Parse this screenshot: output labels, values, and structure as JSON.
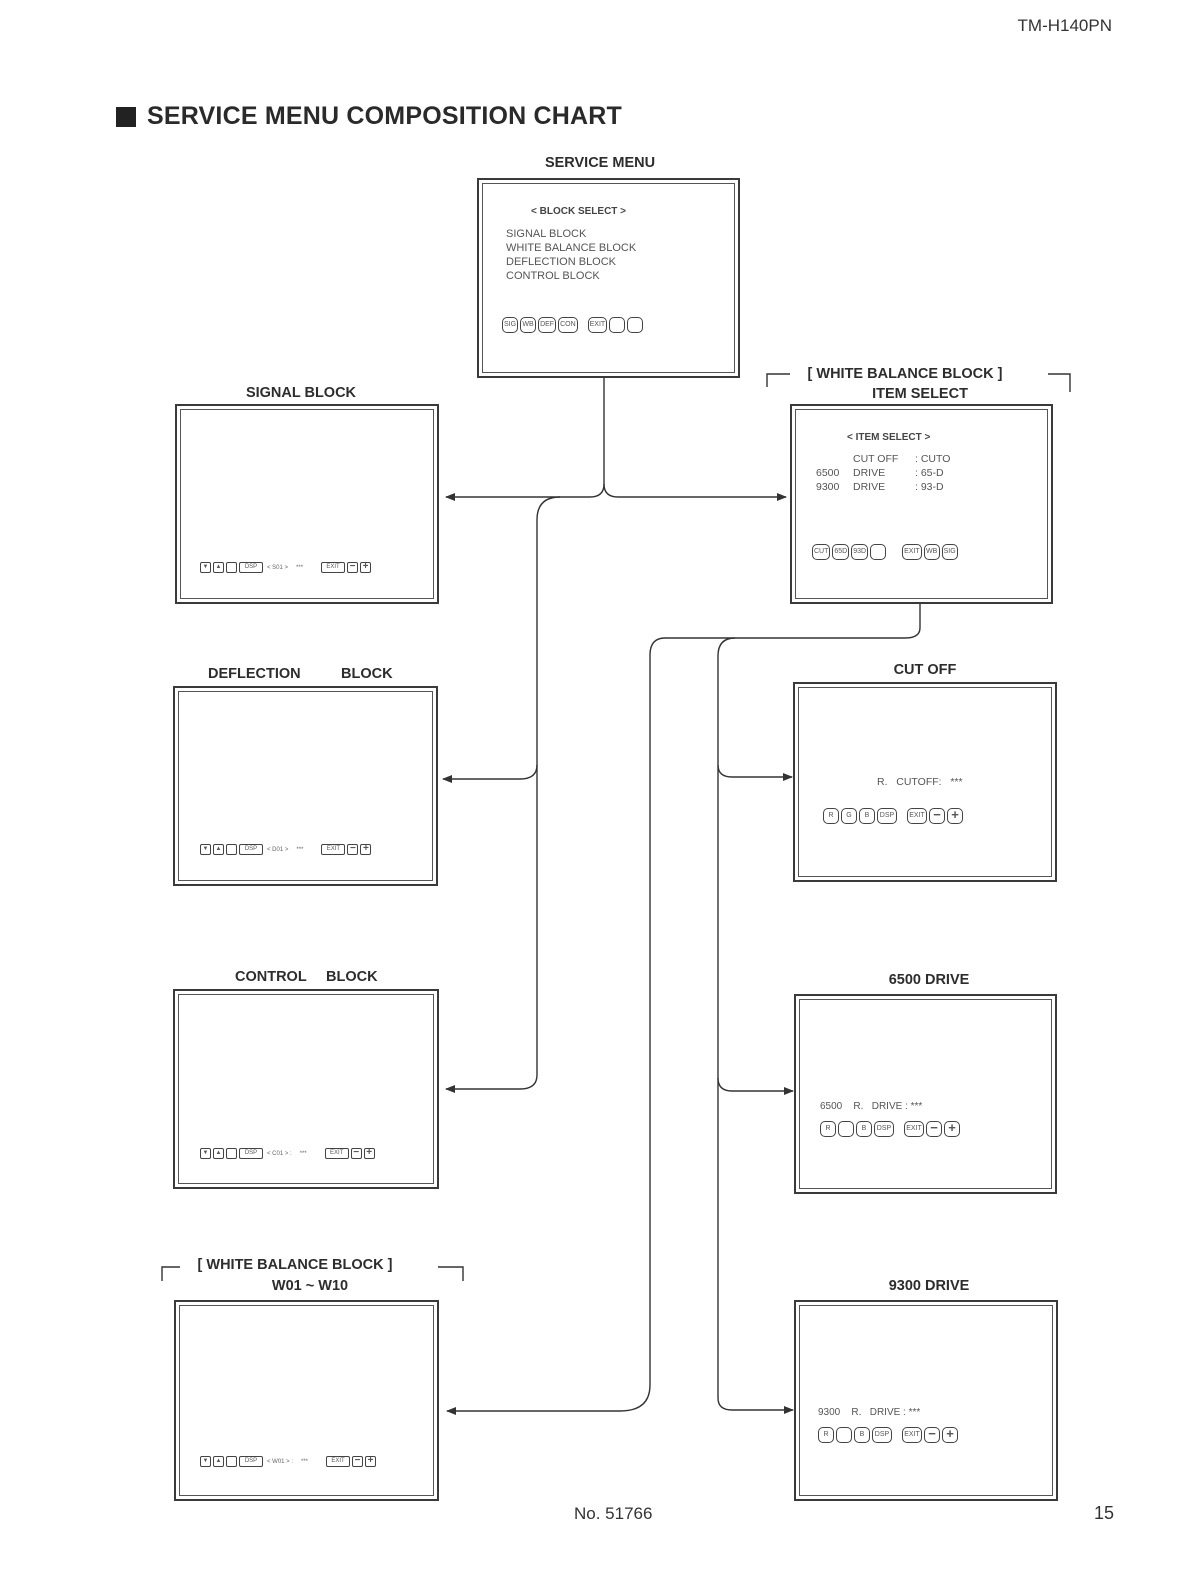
{
  "header": {
    "model": "TM-H140PN"
  },
  "title": "SERVICE MENU COMPOSITION CHART",
  "service_menu": {
    "label": "SERVICE MENU",
    "heading": "< BLOCK SELECT >",
    "items": [
      "SIGNAL BLOCK",
      "WHITE BALANCE BLOCK",
      "DEFLECTION BLOCK",
      "CONTROL BLOCK"
    ],
    "keys": [
      "SIG",
      "WB",
      "DEF",
      "CON",
      "EXIT"
    ]
  },
  "signal_block": {
    "label": "SIGNAL BLOCK",
    "disp": "DSP",
    "code": "< S01 >",
    "value": "***",
    "exit": "EXIT"
  },
  "deflection_block": {
    "label_a": "DEFLECTION",
    "label_b": "BLOCK",
    "disp": "DSP",
    "code": "< D01 >",
    "value": "***",
    "exit": "EXIT"
  },
  "control_block": {
    "label_a": "CONTROL",
    "label_b": "BLOCK",
    "disp": "DSP",
    "code": "< C01 > :",
    "value": "***",
    "exit": "EXIT"
  },
  "wb_w_block": {
    "label_1": "[ WHITE BALANCE BLOCK ]",
    "label_2": "W01 ~ W10",
    "disp": "DSP",
    "code": "< W01 > :",
    "value": "***",
    "exit": "EXIT"
  },
  "wb_item_select": {
    "label_1": "[ WHITE BALANCE BLOCK ]",
    "label_2": "ITEM SELECT",
    "heading": "< ITEM SELECT >",
    "rows": [
      {
        "pre": "",
        "name": "CUT OFF",
        "val": ": CUTO"
      },
      {
        "pre": "6500",
        "name": "DRIVE",
        "val": ": 65-D"
      },
      {
        "pre": "9300",
        "name": "DRIVE",
        "val": ": 93-D"
      }
    ],
    "keys": [
      "CUT",
      "65D",
      "93D",
      "",
      "EXIT",
      "WB",
      "SIG"
    ]
  },
  "cut_off": {
    "label": "CUT OFF",
    "text_r": "R.",
    "text_name": "CUTOFF:",
    "text_val": "***",
    "keys": [
      "R",
      "G",
      "B",
      "DSP",
      "EXIT"
    ]
  },
  "drive_6500": {
    "label": "6500 DRIVE",
    "pre": "6500",
    "text_r": "R.",
    "text_name": "DRIVE :",
    "text_val": "***",
    "keys": [
      "R",
      "",
      "B",
      "DSP",
      "EXIT"
    ]
  },
  "drive_9300": {
    "label": "9300 DRIVE",
    "pre": "9300",
    "text_r": "R.",
    "text_name": "DRIVE :",
    "text_val": "***",
    "keys": [
      "R",
      "",
      "B",
      "DSP",
      "EXIT"
    ]
  },
  "footer": {
    "doc_no": "No. 51766",
    "page": "15"
  }
}
